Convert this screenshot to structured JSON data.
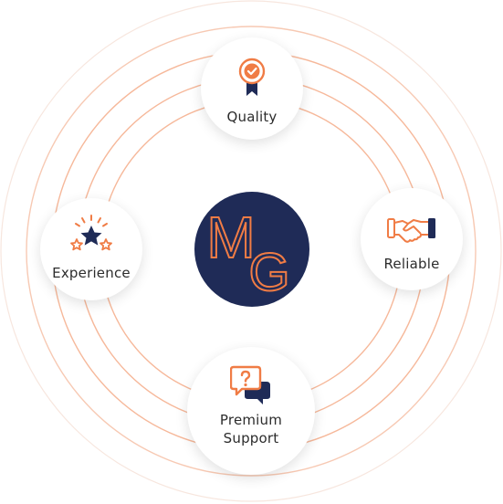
{
  "logo": {
    "initials": [
      "M",
      "G"
    ],
    "background": "#1f2b57",
    "accent": "#f07c45"
  },
  "colors": {
    "ring": "#f6b89a",
    "ring_outer": "#f7dcd0",
    "icon_orange": "#f07c45",
    "icon_navy": "#1f2b57"
  },
  "nodes": [
    {
      "id": "quality",
      "label_lines": [
        "Quality"
      ],
      "icon": "award-ribbon-icon"
    },
    {
      "id": "reliable",
      "label_lines": [
        "Reliable"
      ],
      "icon": "handshake-icon"
    },
    {
      "id": "premium-support",
      "label_lines": [
        "Premium",
        "Support"
      ],
      "icon": "chat-question-icon"
    },
    {
      "id": "experience",
      "label_lines": [
        "Experience"
      ],
      "icon": "star-rating-icon"
    }
  ]
}
